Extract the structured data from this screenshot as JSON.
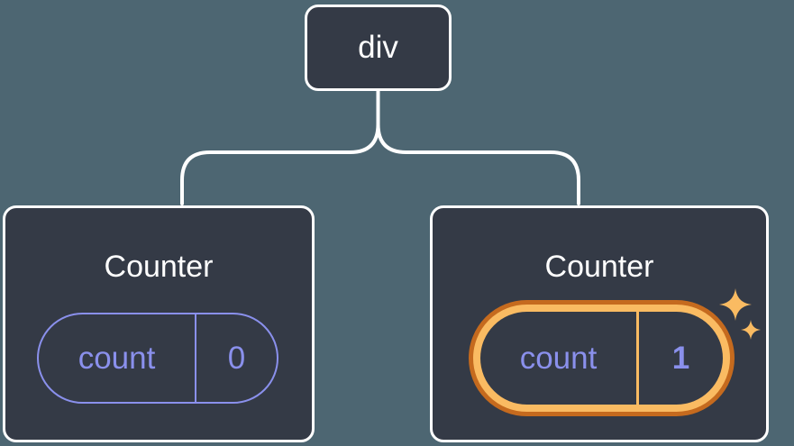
{
  "colors": {
    "background": "#4d6672",
    "node_fill": "#343a46",
    "node_border": "#ffffff",
    "connector": "#ffffff",
    "state_accent_purple": "#8a90ec",
    "highlight_orange_dark": "#c56a1e",
    "highlight_orange_light": "#fabb62"
  },
  "tree": {
    "root": {
      "label": "div"
    },
    "children": [
      {
        "title": "Counter",
        "state_key": "count",
        "state_value": "0",
        "highlighted": false
      },
      {
        "title": "Counter",
        "state_key": "count",
        "state_value": "1",
        "highlighted": true
      }
    ]
  }
}
